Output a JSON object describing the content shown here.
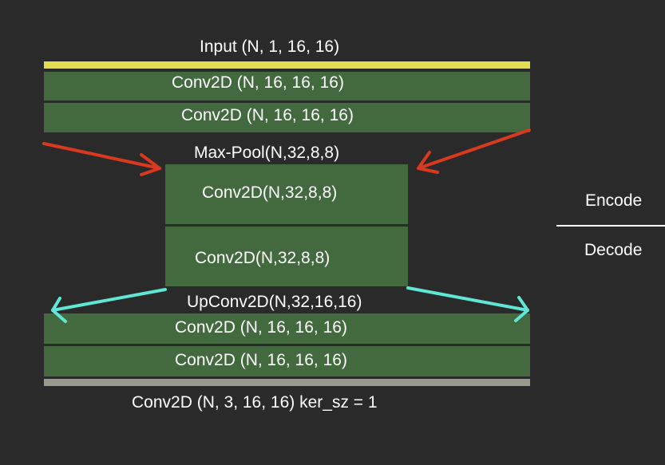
{
  "diagram": {
    "input_label": "Input (N, 1, 16, 16)",
    "encoder_conv1": "Conv2D (N, 16, 16, 16)",
    "encoder_conv2": "Conv2D (N, 16, 16, 16)",
    "maxpool_label": "Max-Pool(N,32,8,8)",
    "bottleneck_conv1": "Conv2D(N,32,8,8)",
    "bottleneck_conv2": "Conv2D(N,32,8,8)",
    "upconv_label": "UpConv2D(N,32,16,16)",
    "decoder_conv1": "Conv2D (N, 16, 16, 16)",
    "decoder_conv2": "Conv2D (N, 16, 16, 16)",
    "output_label": "Conv2D (N, 3, 16, 16) ker_sz = 1",
    "encode_label": "Encode",
    "decode_label": "Decode"
  },
  "colors": {
    "background": "#2a2a2a",
    "block_green": "#426a3e",
    "input_bar": "#e3dc4f",
    "output_bar": "#9a9a8c",
    "down_arrow": "#d9391f",
    "up_arrow": "#5fe6d6",
    "divider": "#ffffff"
  }
}
